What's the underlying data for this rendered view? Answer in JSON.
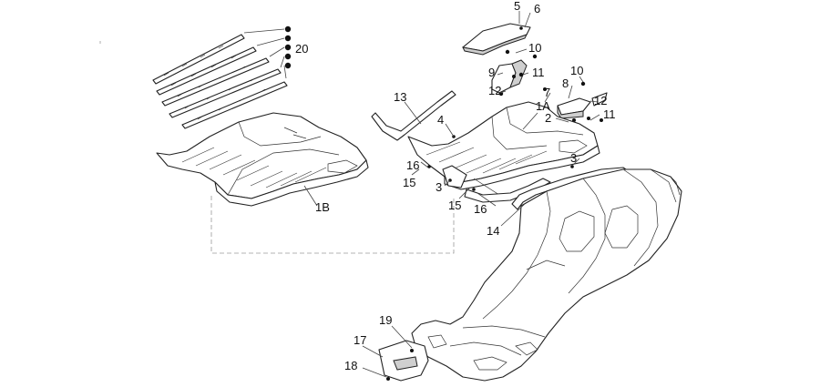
{
  "diagram": {
    "callouts": [
      "5",
      "6",
      "10",
      "9",
      "11",
      "12",
      "7",
      "8",
      "10",
      "12",
      "11",
      "13",
      "4",
      "1A",
      "2",
      "16",
      "3",
      "15",
      "3",
      "15",
      "16",
      "14",
      "1B",
      "20",
      "19",
      "17",
      "18"
    ]
  }
}
